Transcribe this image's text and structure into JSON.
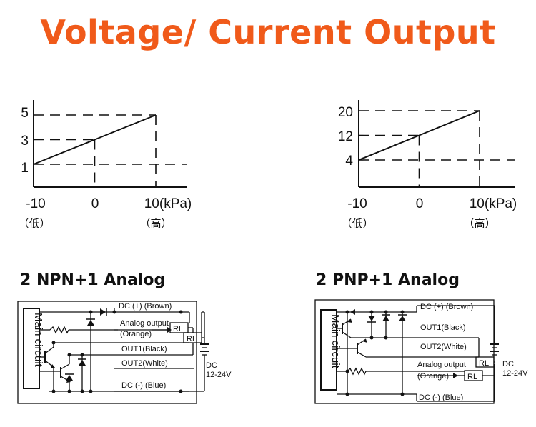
{
  "page_title": "Voltage/ Current Output",
  "chart_data": [
    {
      "type": "line",
      "x": [
        -10,
        0,
        10
      ],
      "y": [
        1,
        3,
        5
      ],
      "x_ticks": [
        "-10",
        "0",
        "10(kPa)"
      ],
      "x_tick_sublabels": [
        "（低）",
        "",
        "（高）"
      ],
      "y_ticks": [
        "1",
        "3",
        "5"
      ],
      "xlim": [
        -10,
        10
      ],
      "ylim": [
        1,
        5
      ]
    },
    {
      "type": "line",
      "x": [
        -10,
        0,
        10
      ],
      "y": [
        4,
        12,
        20
      ],
      "x_ticks": [
        "-10",
        "0",
        "10(kPa)"
      ],
      "x_tick_sublabels": [
        "（低）",
        "",
        "（高）"
      ],
      "y_ticks": [
        "4",
        "12",
        "20"
      ],
      "xlim": [
        -10,
        10
      ],
      "ylim": [
        4,
        20
      ]
    }
  ],
  "npn": {
    "title": "2 NPN+1 Analog",
    "main_circuit": "Main circuit",
    "dc_plus": "DC (+) (Brown)",
    "analog_output": "Analog output",
    "orange": "(Orange)",
    "out1": "OUT1(Black)",
    "out2": "OUT2(White)",
    "dc_minus": "DC (-) (Blue)",
    "rl": "RL",
    "supply": "DC",
    "supply_range": "12-24V"
  },
  "pnp": {
    "title": "2 PNP+1 Analog",
    "main_circuit": "Main circuit",
    "dc_plus": "DC (+) (Brown)",
    "out1": "OUT1(Black)",
    "out2": "OUT2(White)",
    "analog_output": "Analog output",
    "orange": "(Orange)",
    "dc_minus": "DC (-) (Blue)",
    "rl": "RL",
    "supply": "DC",
    "supply_range": "12-24V"
  }
}
